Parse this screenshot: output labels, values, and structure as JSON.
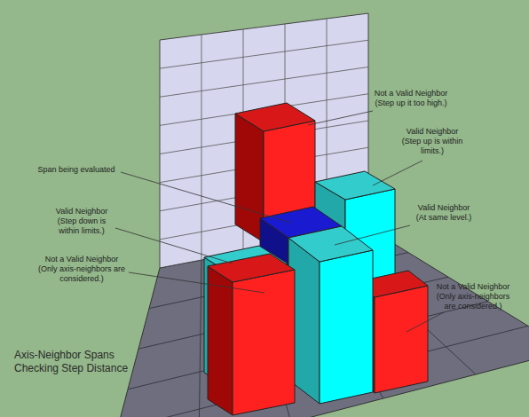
{
  "diagram": {
    "title": "Axis-Neighbor Spans Checking Step Distance",
    "labels": [
      "Not a Valid Neighbor (Step up it too high.)",
      "Valid Neighbor (Step up is within limits.)",
      "Span being evaluated",
      "Valid Neighbor (Step down is within limits.)",
      "Not a Valid Neighbor (Only axis-neighbors are considered.)",
      "Valid Neighbor (At same level.)",
      "Not a Valid Neighbor (Only axis-neighbors are considered.)"
    ]
  }
}
